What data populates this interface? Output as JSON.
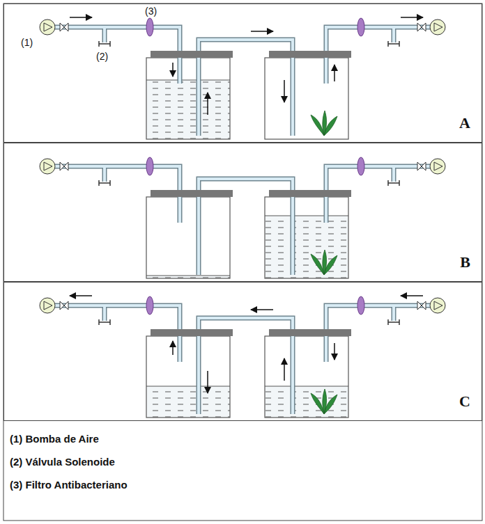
{
  "diagram": {
    "nodes": [
      {
        "text": [
          "A"
        ]
      },
      {
        "text": [
          "B"
        ]
      },
      {
        "text": [
          "C"
        ]
      }
    ],
    "labels": [
      "(1)",
      "(2)",
      "(3)"
    ],
    "legend": [
      {
        "text": "(1) Bomba de Aire"
      },
      {
        "text": "(2) Válvula Solenoide"
      },
      {
        "text": "(3) Filtro Antibacteriano"
      }
    ]
  }
}
